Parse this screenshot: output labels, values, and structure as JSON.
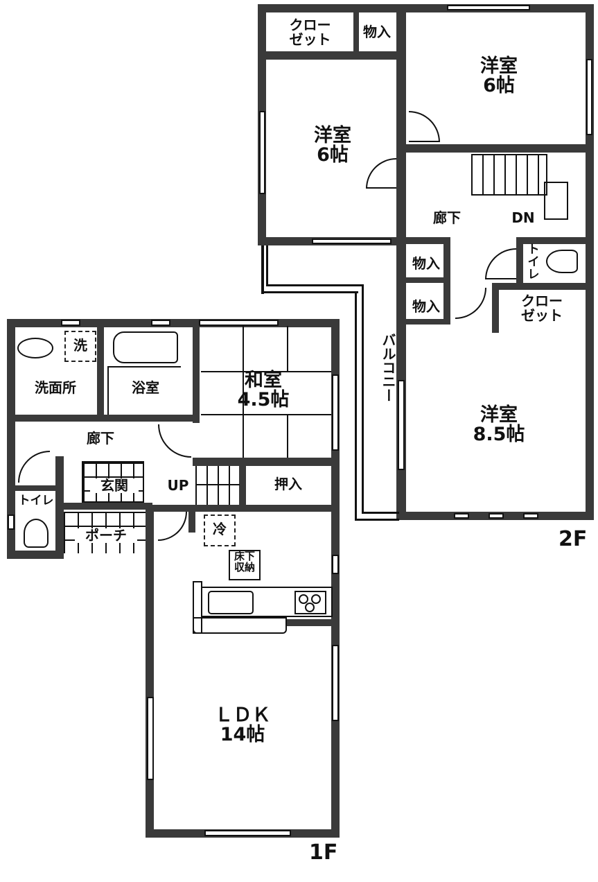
{
  "floor_2": {
    "label": "2F",
    "rooms": {
      "closet_top_left": {
        "line1": "クロー",
        "line2": "ゼット"
      },
      "storage_top": "物入",
      "western_room_ne": {
        "name": "洋室",
        "size": "6帖"
      },
      "western_room_nw": {
        "name": "洋室",
        "size": "6帖"
      },
      "corridor": "廊下",
      "stairs_direction": "DN",
      "storage_mid_1": "物入",
      "storage_mid_2": "物入",
      "toilet": "トイレ",
      "closet_mid_right": {
        "line1": "クロー",
        "line2": "ゼット"
      },
      "balcony": "バルコニー",
      "western_room_large": {
        "name": "洋室",
        "size": "8.5帖"
      }
    }
  },
  "floor_1": {
    "label": "1F",
    "rooms": {
      "washer_space": "洗",
      "washroom": "洗面所",
      "bathroom": "浴室",
      "japanese_room": {
        "name": "和室",
        "size": "4.5帖"
      },
      "corridor": "廊下",
      "entrance": "玄関",
      "stairs_direction": "UP",
      "closet_oshiire": "押入",
      "toilet": "トイレ",
      "porch": "ポーチ",
      "fridge_space": "冷",
      "underfloor_storage": {
        "line1": "床下",
        "line2": "収納"
      },
      "ldk": {
        "name": "ＬＤＫ",
        "size": "14帖"
      }
    }
  },
  "colors": {
    "wall": "#3a3a3a",
    "line": "#111111",
    "background": "#ffffff"
  }
}
